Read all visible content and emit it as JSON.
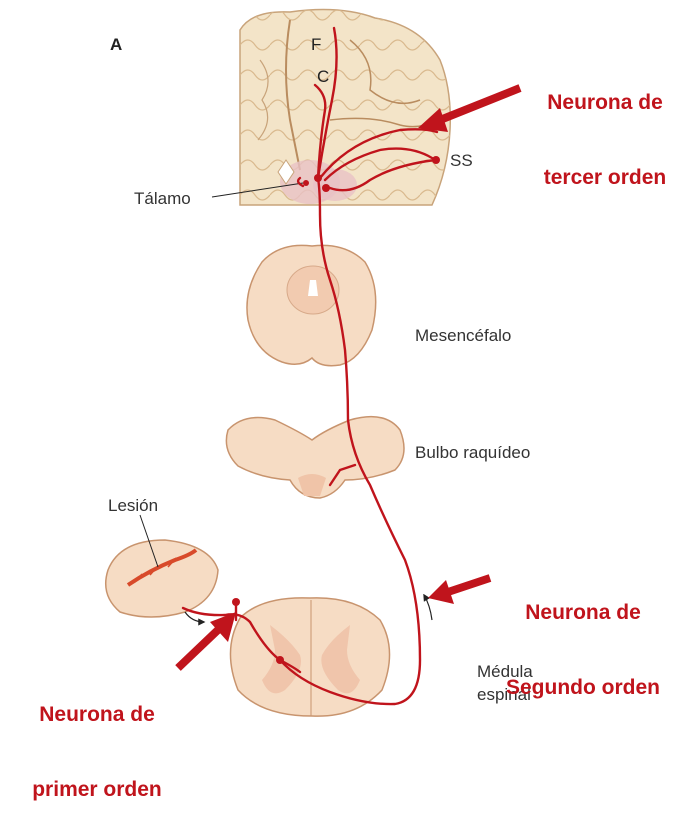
{
  "panel_letter": "A",
  "labels": {
    "f": "F",
    "c": "C",
    "ss": "SS",
    "talamo": "Tálamo",
    "mesencefalo": "Mesencéfalo",
    "bulbo": "Bulbo raquídeo",
    "lesion": "Lesión",
    "medula_line1": "Médula",
    "medula_line2": "espinal"
  },
  "callouts": {
    "third_order_line1": "Neurona de",
    "third_order_line2": "tercer orden",
    "second_order_line1": "Neurona de",
    "second_order_line2": "Segundo orden",
    "first_order_line1": "Neurona de",
    "first_order_line2": "primer orden"
  },
  "colors": {
    "tissue_fill": "#f6dcc4",
    "tissue_edge": "#c8946e",
    "cortex_fill": "#f3e4c8",
    "neuron": "#c0141c",
    "callout": "#c0141c",
    "lesion_mark": "#d84a2a"
  }
}
